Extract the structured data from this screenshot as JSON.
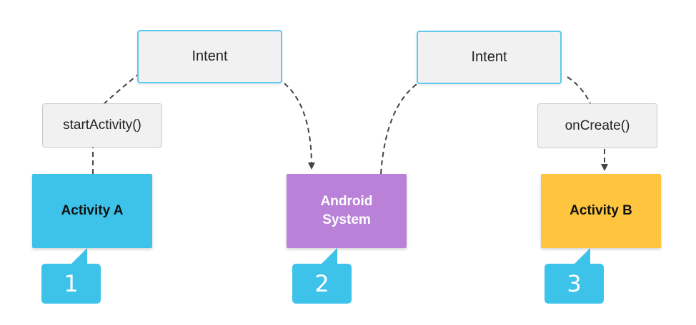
{
  "intents": [
    {
      "label": "Intent"
    },
    {
      "label": "Intent"
    }
  ],
  "methods": {
    "start_activity": "startActivity()",
    "on_create": "onCreate()"
  },
  "activities": [
    {
      "label": "Activity A",
      "color": "#3dc3ea",
      "text_color": "#111111"
    },
    {
      "label": "Android\nSystem",
      "color": "#ba81d9",
      "text_color": "#ffffff"
    },
    {
      "label": "Activity B",
      "color": "#ffc53f",
      "text_color": "#111111"
    }
  ],
  "steps": [
    "1",
    "2",
    "3"
  ],
  "colors": {
    "badge": "#3dc3ea",
    "connector": "#444444",
    "intent_border": "#5fc8ec"
  }
}
